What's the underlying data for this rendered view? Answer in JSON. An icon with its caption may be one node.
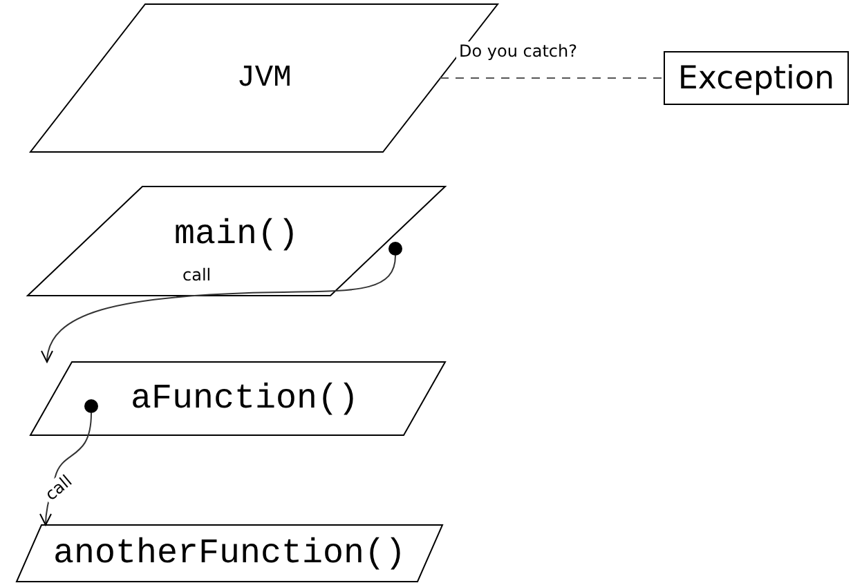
{
  "diagram": {
    "nodes": [
      {
        "text": [
          "JVM"
        ]
      },
      {
        "text": [
          "Exception"
        ]
      },
      {
        "text": [
          "main()"
        ]
      },
      {
        "text": [],
        "shape": "circle",
        "in": 2
      },
      {
        "text": [
          "aFunction()"
        ]
      },
      {
        "text": [],
        "shape": "circle",
        "in": 4
      },
      {
        "text": [
          "anotherFunction()"
        ]
      }
    ],
    "edges": [
      {
        "from": 0,
        "to": 1,
        "arrow": "none",
        "style": "dashed",
        "label": "Do you catch?"
      },
      {
        "from": 3,
        "to": 4,
        "arrow": "to",
        "label": "call"
      },
      {
        "from": 5,
        "to": 6,
        "arrow": "to",
        "label": "call"
      }
    ]
  }
}
